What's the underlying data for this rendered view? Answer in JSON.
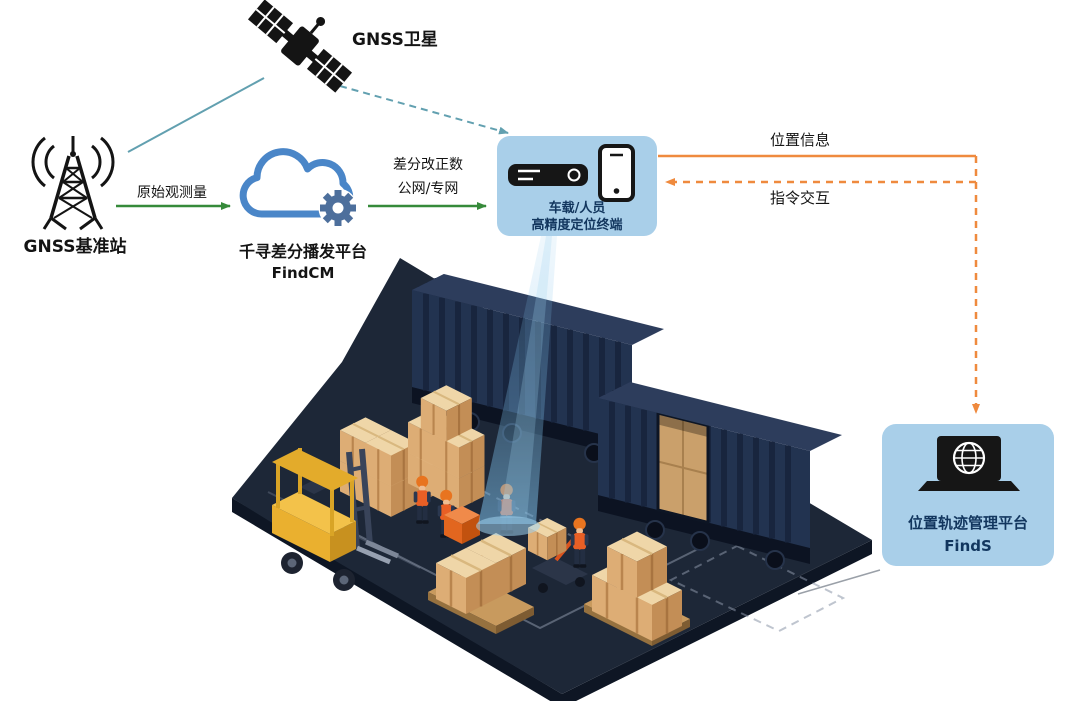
{
  "diagram": {
    "satellite": {
      "label": "GNSS卫星"
    },
    "base_station": {
      "label": "GNSS基准站"
    },
    "cloud_platform": {
      "name": "千寻差分播发平台",
      "product": "FindCM"
    },
    "terminal": {
      "line1": "车载/人员",
      "line2": "高精度定位终端"
    },
    "management_platform": {
      "name": "位置轨迹管理平台",
      "product": "FindS"
    },
    "links": {
      "raw_observation": "原始观测量",
      "correction_data": "差分改正数",
      "network": "公网/专网",
      "position_info": "位置信息",
      "command_interaction": "指令交互"
    },
    "icons": [
      "gnss-satellite-icon",
      "radio-tower-icon",
      "cloud-gear-icon",
      "receiver-device-icon",
      "smartphone-icon",
      "laptop-globe-icon",
      "warehouse-scene-illustration"
    ],
    "colors": {
      "panel_fill": "#a9cfe9",
      "panel_text": "#12365e",
      "green_link": "#368a3a",
      "orange_link": "#ef8a3e",
      "teal_link": "#62a0b0",
      "label_text": "#141414",
      "floor": "#1d2737",
      "container": "#223350",
      "crate": "#ddad75",
      "forklift": "#eab02f",
      "beam": "#7ec0ea"
    }
  }
}
